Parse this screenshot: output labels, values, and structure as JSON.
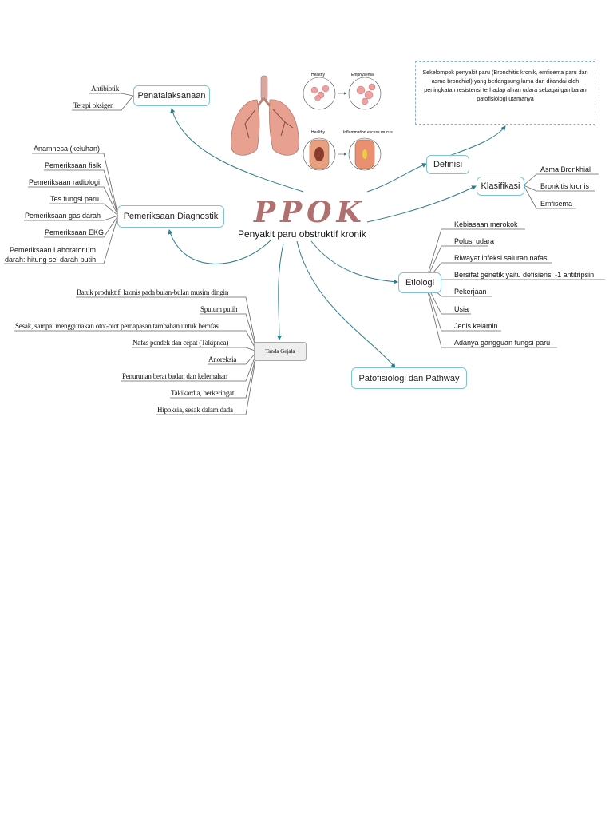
{
  "title": "PPOK",
  "subtitle": "Penyakit paru obstruktif kronik",
  "nodes": {
    "penatalaksanaan": "Penatalaksanaan",
    "pemeriksaan_diagnostik": "Pemeriksaan Diagnostik",
    "definisi": "Definisi",
    "klasifikasi": "Klasifikasi",
    "etiologi": "Etiologi",
    "patofisiologi": "Patofisiologi dan Pathway",
    "tanda_gejala": "Tanda Gejala"
  },
  "definisi_text": "Sekelompok penyakit paru (Bronchitis kronik, emfisema paru dan asma bronchial) yang berlangsung lama dan ditandai oleh peningkatan resistensi terhadap aliran udara sebagai gambaran patofisiologi utamanya",
  "penatalaksanaan_items": [
    "Antibiotik",
    "Terapi oksigen"
  ],
  "diagnostik_items": [
    "Anamnesa (keluhan)",
    "Pemeriksaan fisik",
    "Pemeriksaan radiologi",
    "Tes fungsi paru",
    "Pemeriksaan gas darah",
    "Pemeriksaan EKG",
    "Pemeriksaan Laboratorium",
    "darah: hitung sel darah putih"
  ],
  "klasifikasi_items": [
    "Asma Bronkhial",
    "Bronkitis kronis",
    "Emfisema"
  ],
  "etiologi_items": [
    "Kebiasaan merokok",
    "Polusi udara",
    "Riwayat infeksi saluran nafas",
    "Bersifat genetik yaitu defisiensi -1 antitripsin",
    "Pekerjaan",
    "Usia",
    "Jenis kelamin",
    "Adanya gangguan fungsi paru"
  ],
  "gejala_items": [
    "Batuk produktif, kronis pada bulan-bulan musim dingin",
    "Sputum putih",
    "Sesak, sampai menggunakan otot-otot pernapasan tambahan untuk bernfas",
    "Nafas pendek dan cepat (Takipnea)",
    "Anoreksia",
    "Penurunan berat badan dan kelemahan",
    "Takikardia, berkeringat",
    "Hipoksia, sesak dalam dada"
  ],
  "illustration": {
    "labels": [
      "Healthy",
      "Emphysema",
      "Healthy",
      "Inflammation excess mucus"
    ]
  },
  "colors": {
    "title": "#b07070",
    "connector": "#2e7d8c",
    "box_border": "#7fc4d6"
  }
}
